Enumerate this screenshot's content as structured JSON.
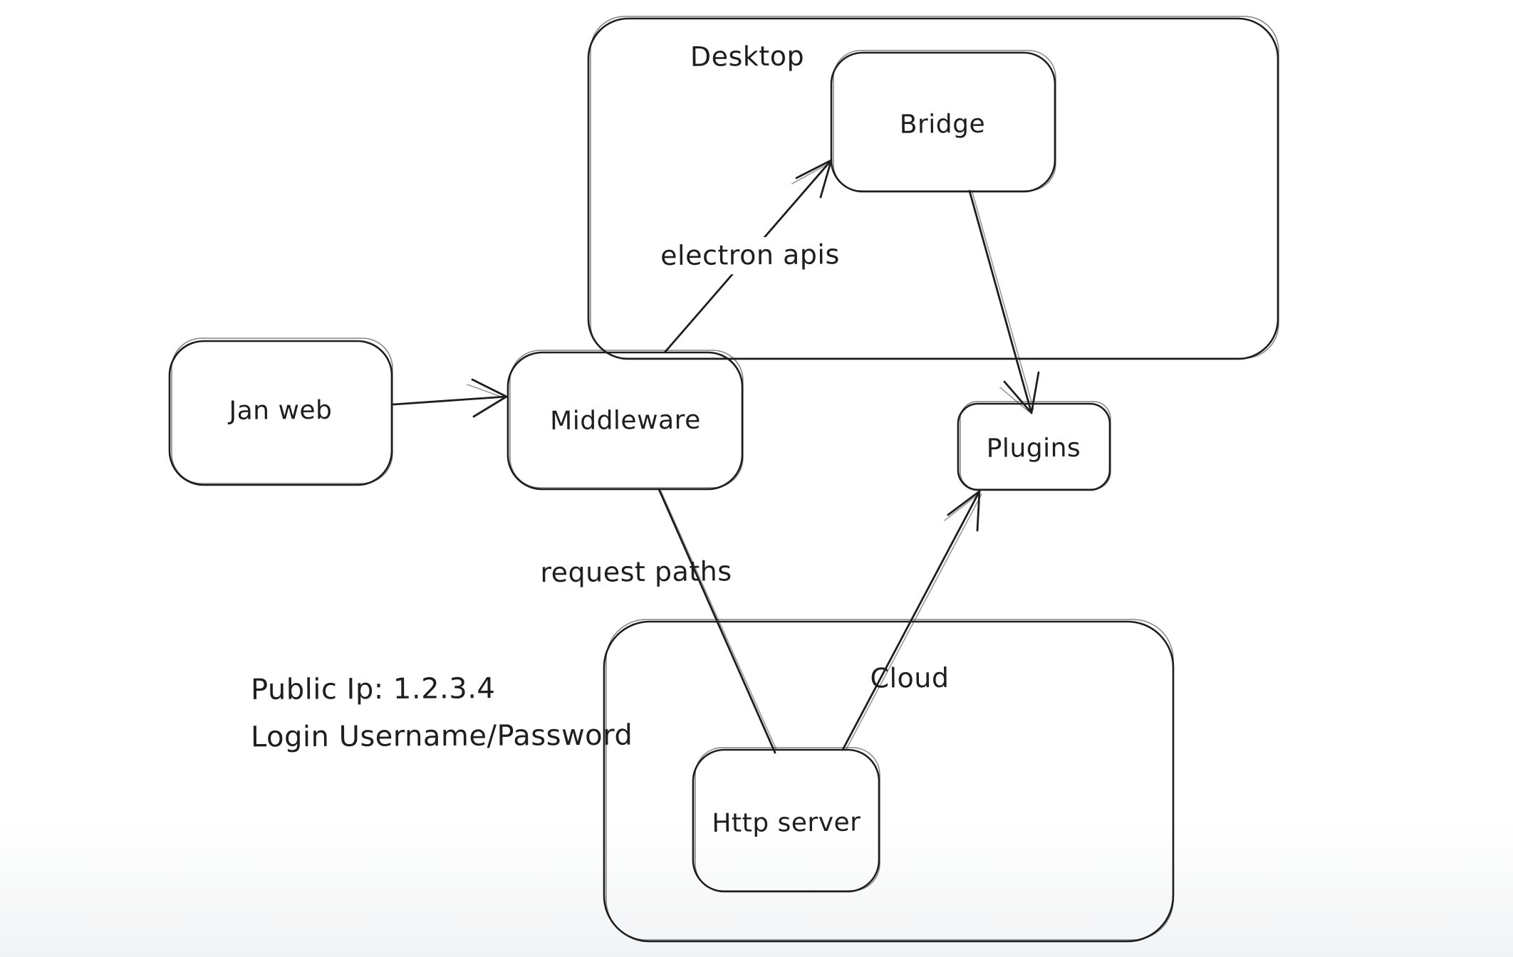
{
  "diagram": {
    "background_color": "#ffffff",
    "stroke_color": "#1e1e1e",
    "containers": [
      {
        "id": "desktop",
        "label": "Desktop"
      },
      {
        "id": "cloud",
        "label": "Cloud"
      }
    ],
    "nodes": [
      {
        "id": "jan-web",
        "label": "Jan web"
      },
      {
        "id": "middleware",
        "label": "Middleware"
      },
      {
        "id": "bridge",
        "label": "Bridge"
      },
      {
        "id": "plugins",
        "label": "Plugins"
      },
      {
        "id": "http-server",
        "label": "Http server"
      }
    ],
    "edges": [
      {
        "id": "jan-web-to-middleware",
        "from": "Jan web",
        "to": "Middleware",
        "label": "",
        "arrowhead": "end"
      },
      {
        "id": "middleware-to-bridge",
        "from": "Middleware",
        "to": "Bridge",
        "label": "electron apis",
        "arrowhead": "end"
      },
      {
        "id": "bridge-to-plugins",
        "from": "Bridge",
        "to": "Plugins",
        "label": "",
        "arrowhead": "end"
      },
      {
        "id": "middleware-to-http-server",
        "from": "Middleware",
        "to": "Http server",
        "label": "request paths",
        "arrowhead": "none"
      },
      {
        "id": "http-server-to-plugins",
        "from": "Http server",
        "to": "Plugins",
        "label": "",
        "arrowhead": "end"
      }
    ],
    "notes": [
      {
        "id": "public-ip-note",
        "text": "Public Ip: 1.2.3.4"
      },
      {
        "id": "login-note",
        "text": "Login Username/Password"
      }
    ]
  }
}
